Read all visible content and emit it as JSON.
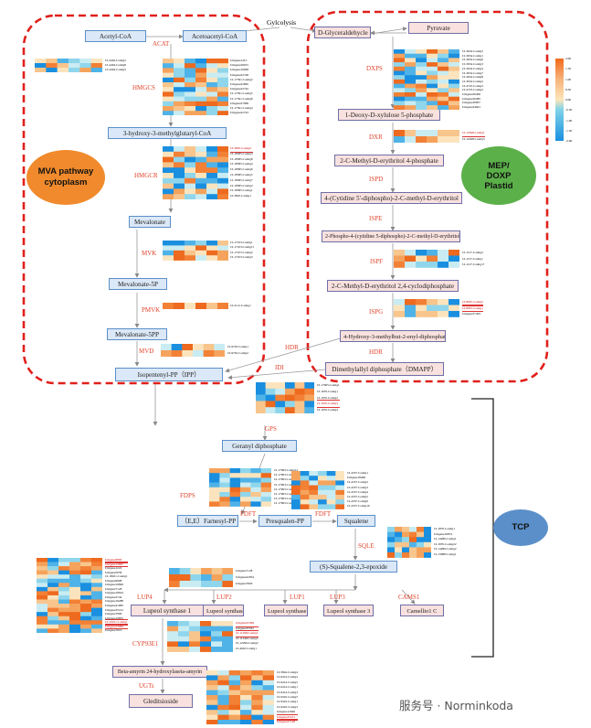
{
  "regions": {
    "mva_label": "MVA pathway\ncytoplasm",
    "mep_label": "MEP/\nDOXP\nPlastid",
    "tcp_label": "TCP"
  },
  "colors": {
    "dash": "#e0201b",
    "mva_oval": "#f08a2c",
    "mep_oval": "#5cb04a",
    "tcp_oval": "#5b8fc9",
    "enzyme": "#e0442c",
    "blue_node": "#dbe8f7",
    "pink_node": "#f8e1de",
    "arrow": "#9a9a9a"
  },
  "top_label": "Gylcolysis",
  "legend": {
    "max": "2.00",
    "mid_hi": "1.00",
    "zero": "0.00",
    "mid_lo": "-1.00",
    "min": "-2.00",
    "ticks": [
      "2.00",
      "1.50",
      "1.00",
      "0.50",
      "0.00",
      "-0.50",
      "-1.00",
      "-1.50",
      "-2.00"
    ]
  },
  "mva": {
    "nodes": {
      "acetyl": "Acetyl-CoA",
      "acetoacetyl": "Acetoacetyl-CoA",
      "hmg": "3-hydroxy-3-methylglutaryl-CoA",
      "mevalonate": "Mevalonate",
      "mev5p": "Mevalonate-5P",
      "mev5pp": "Mevalonate-5PP",
      "ipp": "Isopentenyl-PP（IPP）"
    },
    "enzymes": {
      "acat": "ACAT",
      "hmgcs": "HMGCS",
      "hmgcr": "HMGCR",
      "mvk": "MVK",
      "pmvk": "PMVK",
      "mvd": "MVD"
    }
  },
  "mep": {
    "nodes": {
      "dgly": "D-Glyceraldehycle",
      "pyruvate": "Pyruvate",
      "dxp": "1-Deoxy-D-xylulose 5-phosphate",
      "mep": "2-C-Methyl-D-erythritol 4-phosphate",
      "cdp": "4-(Cytidine 5'-diphospho)-2-C-methyl-D-erythritol",
      "cdpp": "2-Phospho-4-(cytidine 5-diphospho)-2-C-methyl-D-erythritol",
      "mecpp": "2-C-Methyl-D-erythritol 2,4-cyclodiphosphate",
      "hmbpp": "4-Hydroxy-3-methylbut-2-enyl-diphosphate",
      "dmapp": "Dimethylallyl diphosphate（DMAPP）"
    },
    "enzymes": {
      "dxps": "DXPS",
      "dxr": "DXR",
      "ispd": "ISPD",
      "ispe": "ISPE",
      "ispf": "ISPF",
      "ispg": "ISPG",
      "hdr1": "HDR",
      "hdr2": "HDR",
      "idi": "IDI"
    }
  },
  "tcp": {
    "nodes": {
      "gpp": "Geranyl diphosphate",
      "fpp": "（E,E）Farnesyl-PP",
      "presq": "Presqualen-PP",
      "squalene": "Squalene",
      "epox": "(S)-Squalene-2,3-epoxide",
      "lup1a": "Lupeol synthase 1",
      "lup2": "Lupeol synthase 2",
      "lup1b": "Lupeol synthase 1",
      "lup3": "Lupeol synthase 3",
      "camellio": "Camellio1 C",
      "betaamyrin": "Beta-amyrin 24-hydroxylaseta-amyrin",
      "gled": "Gleditsioside"
    },
    "enzymes": {
      "gps": "GPS",
      "fdps": "FDPS",
      "fdft1": "FDFT",
      "fdft2": "FDFT",
      "sqle": "SQLE",
      "lup4": "LUP4",
      "lup2": "LUP2",
      "lup1": "LUP1",
      "lup3": "LUP3",
      "cams1": "CAMS1",
      "cyp": "CYP93E1",
      "ugts": "UGTs"
    }
  },
  "heatmaps": {
    "acat": [
      "CL4404.Contig2",
      "CL4404.Contig8",
      "CL4404.Contig5"
    ],
    "hmgcs": [
      "Unigene1415",
      "Unigene29915",
      "Unigene19948",
      "Unigene22748",
      "CL17591.Contig2",
      "Unigene22865",
      "Unigene22742",
      "CL17591.Contig5",
      "CL17591.Contig6",
      "Unigene27969",
      "CL17591.Contig4",
      "Unigene22743"
    ],
    "hmgcr": [
      "CL3845.Contig2",
      "CL18585.Contig3",
      "CL18585.Contig8",
      "CL18585.Contig4",
      "CL18585.Contig6",
      "CL18585.Contig5",
      "CL18585.Contig7",
      "CL18585.Contig2",
      "CL18585.Contig1",
      "CL3845.Contig1"
    ],
    "mvk": [
      "CL17103.Contig1",
      "CL17103.Contig15",
      "CL17103.Contig2",
      "CL17103.Contig3"
    ],
    "pmvk": [
      "CL2112.Contig1"
    ],
    "mvd": [
      "CL9702.Contig1",
      "CL9702.Contig2"
    ],
    "dxps": [
      "CL3634.Contig5",
      "CL3634.Contig1",
      "CL3634.Contig6",
      "CL3634.Contig3",
      "CL3634.Contig4",
      "CL3634.Contig7",
      "CL3634.Contig8",
      "CL3634.Contig2",
      "CL4723.Contig3",
      "CL4723.Contig2",
      "Unigene20406",
      "Unigene20485",
      "Unigene30857",
      "Unigene24601"
    ],
    "dxr": [
      "CL12048.Contig1",
      "CL12048.Contig3"
    ],
    "ispf": [
      "CL1127.Contig2",
      "CL1127.Contig1",
      "CL1127.Contig15"
    ],
    "ispg": [
      "CL8067.Contig2",
      "CL8067.Contig1",
      "Unigene37463"
    ],
    "idi": [
      "CL17905.Contig1",
      "CL1655.Contig1",
      "CL1655.Contig2",
      "CL1655.Contig3",
      "CL1655.Contig4"
    ],
    "fdps_a": [
      "CL17963.Contig12",
      "CL17963.Contig1",
      "CL17963.Contig2",
      "CL17963.Contig3",
      "CL17963.Contig4",
      "CL17963.Contig5",
      "CL17963.Contig6",
      "CL17963.Contig7"
    ],
    "fdps_b": [
      "CL4337.Contig1",
      "Unigene18469",
      "CL4337.Contig2",
      "CL4337.Contig3",
      "CL4337.Contig4",
      "CL4337.Contig5",
      "CL4337.Contig6",
      "CL4337.Contig10"
    ],
    "sqle": [
      "CL1870.Contig1",
      "Unigene16874",
      "CL14286.Contig1",
      "CL1870.Contig22",
      "CL14286.Contig2",
      "CL13988.Contig1"
    ],
    "lup_small": [
      "Unigene7128",
      "Unigene22954",
      "Unigene7829"
    ],
    "lup_left": [
      "Unigene6890",
      "Unigene12867",
      "Unigene1222",
      "Unigene5039",
      "CL18021.Contig1",
      "Unigene9608",
      "Unigene16849",
      "Unigene7128",
      "Unigene16624",
      "Unigene5744",
      "Unigene19288",
      "Unigene41685",
      "Unigene35212",
      "Unigene7906",
      "Unigene16855",
      "CL10251.Contig1",
      "Unigene23984",
      "Unigene7610"
    ],
    "lup_mid": [
      "Unigene25369",
      "Unigene35561",
      "CL11298.Contig1",
      "CL11248.Contig3",
      "CL12296.Contig2",
      "CL4042.Contig1"
    ],
    "ugts": [
      "CL5844.Contig4",
      "CL6414.Contig2",
      "CL6414.Contig5",
      "CL6414.Contig1",
      "CL6414.Contig3",
      "CL9345.Contig5",
      "CL9345.Contig1",
      "CL9345.Contig3",
      "Unigene12046",
      "Unigene25251",
      "Unigene27148"
    ]
  },
  "watermark": "服务号 · Norminkoda"
}
